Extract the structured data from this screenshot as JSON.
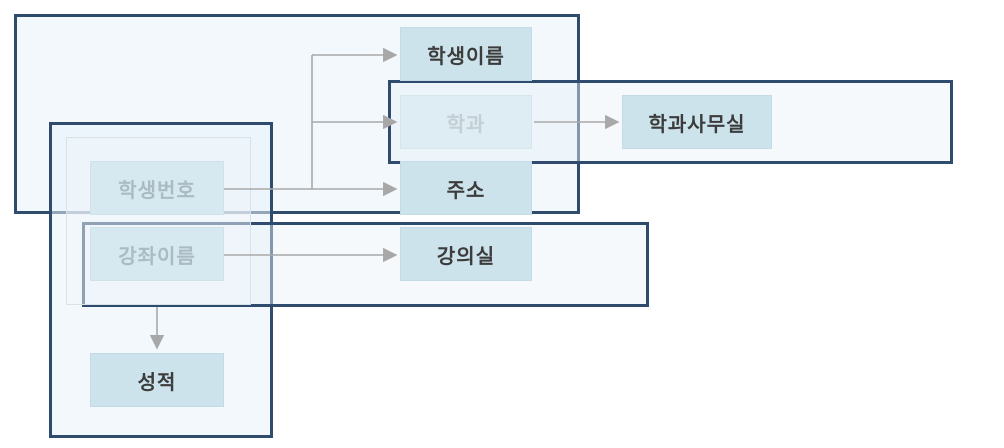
{
  "nodes": {
    "student_name": "학생이름",
    "department": "학과",
    "department_office": "학과사무실",
    "student_number": "학생번호",
    "address": "주소",
    "course_name": "강좌이름",
    "classroom": "강의실",
    "grade": "성적"
  },
  "colors": {
    "group_border": "#2f4c6e",
    "group_fill": "#eef5fa",
    "node_fill": "#cde3ec",
    "arrow": "#a8a8a8"
  }
}
